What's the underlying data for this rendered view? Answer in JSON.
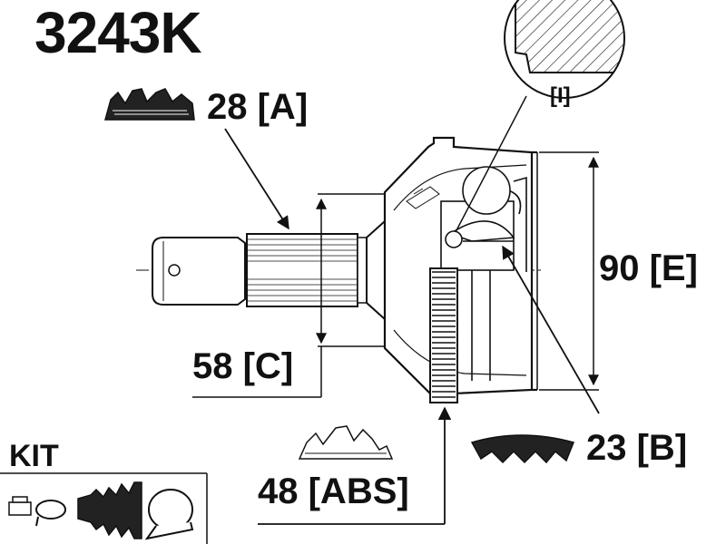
{
  "part_number": "3243K",
  "dimensions": {
    "a": "28 [A]",
    "c": "58 [C]",
    "e": "90 [E]",
    "b": "23 [B]",
    "abs": "48 [ABS]"
  },
  "detail_label": "[I]",
  "kit": {
    "label": "KIT"
  },
  "icons": [
    "spline-profile-icon",
    "nut-icon",
    "snap-ring-icon",
    "boot-icon",
    "clamp-band-icon"
  ]
}
